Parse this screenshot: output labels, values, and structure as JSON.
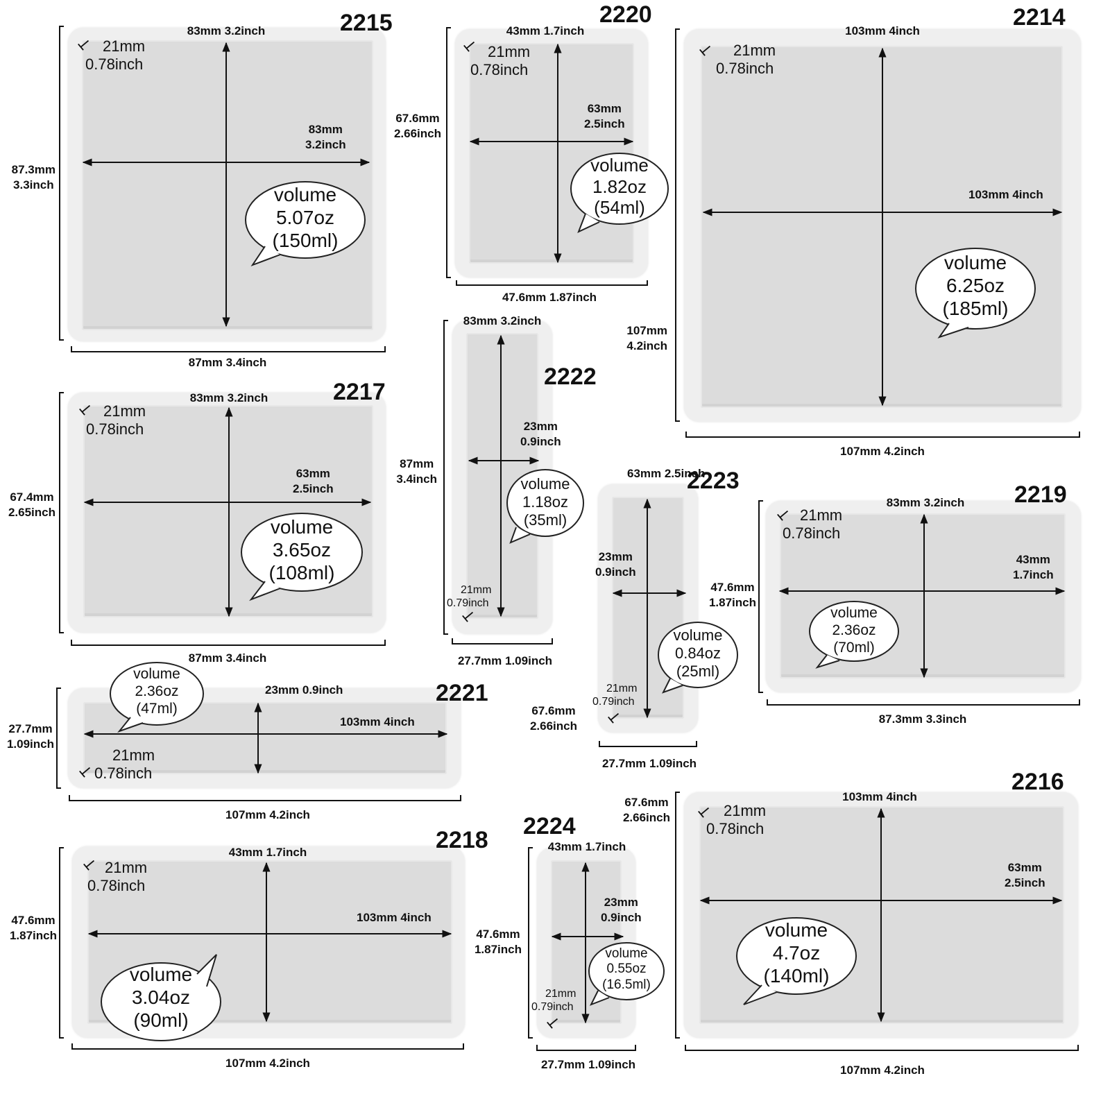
{
  "molds": [
    {
      "code": "2215",
      "width_top": "83mm 3.2inch",
      "width_inner": [
        "83mm",
        "3.2inch"
      ],
      "height_side": [
        "87.3mm",
        "3.3inch"
      ],
      "width_bottom": "87mm 3.4inch",
      "depth": [
        "21mm",
        "0.78inch"
      ],
      "volume": [
        "volume",
        "5.07oz",
        "(150ml)"
      ]
    },
    {
      "code": "2220",
      "width_top": "43mm 1.7inch",
      "width_inner": [
        "63mm",
        "2.5inch"
      ],
      "height_side": [
        "67.6mm",
        "2.66inch"
      ],
      "width_bottom": "47.6mm 1.87inch",
      "depth": [
        "21mm",
        "0.78inch"
      ],
      "volume": [
        "volume",
        "1.82oz",
        "(54ml)"
      ]
    },
    {
      "code": "2214",
      "width_top": "103mm 4inch",
      "width_inner": [
        "103mm 4inch"
      ],
      "height_side": [
        "107mm",
        "4.2inch"
      ],
      "width_bottom": "107mm 4.2inch",
      "depth": [
        "21mm",
        "0.78inch"
      ],
      "volume": [
        "volume",
        "6.25oz",
        "(185ml)"
      ]
    },
    {
      "code": "2222",
      "width_top": "83mm 3.2inch",
      "width_inner": [
        "23mm",
        "0.9inch"
      ],
      "height_side": [
        "87mm",
        "3.4inch"
      ],
      "width_bottom": "27.7mm 1.09inch",
      "depth": [
        "21mm",
        "0.79inch"
      ],
      "volume": [
        "volume",
        "1.18oz",
        "(35ml)"
      ]
    },
    {
      "code": "2217",
      "width_top": "83mm 3.2inch",
      "width_inner": [
        "63mm",
        "2.5inch"
      ],
      "height_side": [
        "67.4mm",
        "2.65inch"
      ],
      "width_bottom": "87mm 3.4inch",
      "depth": [
        "21mm",
        "0.78inch"
      ],
      "volume": [
        "volume",
        "3.65oz",
        "(108ml)"
      ]
    },
    {
      "code": "2223",
      "width_top": "63mm 2.5inch",
      "width_inner": [
        "23mm",
        "0.9inch"
      ],
      "height_side": [
        "67.6mm",
        "2.66inch"
      ],
      "width_bottom": "27.7mm 1.09inch",
      "depth": [
        "21mm",
        "0.79inch"
      ],
      "volume": [
        "volume",
        "0.84oz",
        "(25ml)"
      ]
    },
    {
      "code": "2219",
      "width_top": "83mm 3.2inch",
      "width_inner": [
        "43mm",
        "1.7inch"
      ],
      "height_side": [
        "47.6mm",
        "1.87inch"
      ],
      "width_bottom": "87.3mm 3.3inch",
      "depth": [
        "21mm",
        "0.78inch"
      ],
      "volume": [
        "volume",
        "2.36oz",
        "(70ml)"
      ]
    },
    {
      "code": "2221",
      "width_top": "23mm 0.9inch",
      "width_inner": [
        "103mm 4inch"
      ],
      "height_side": [
        "27.7mm",
        "1.09inch"
      ],
      "width_bottom": "107mm 4.2inch",
      "depth": [
        "21mm",
        "0.78inch"
      ],
      "volume": [
        "volume",
        "2.36oz",
        "(47ml)"
      ]
    },
    {
      "code": "2218",
      "width_top": "43mm 1.7inch",
      "width_inner": [
        "103mm 4inch"
      ],
      "height_side": [
        "47.6mm",
        "1.87inch"
      ],
      "width_bottom": "107mm 4.2inch",
      "depth": [
        "21mm",
        "0.78inch"
      ],
      "volume": [
        "volume",
        "3.04oz",
        "(90ml)"
      ]
    },
    {
      "code": "2224",
      "width_top": "43mm 1.7inch",
      "width_inner": [
        "23mm",
        "0.9inch"
      ],
      "height_side": [
        "47.6mm",
        "1.87inch"
      ],
      "width_bottom": "27.7mm 1.09inch",
      "depth": [
        "21mm",
        "0.79inch"
      ],
      "volume": [
        "volume",
        "0.55oz",
        "(16.5ml)"
      ]
    },
    {
      "code": "2216",
      "width_top": "103mm 4inch",
      "width_inner": [
        "63mm",
        "2.5inch"
      ],
      "height_side": [
        "67.6mm",
        "2.66inch"
      ],
      "width_bottom": "107mm 4.2inch",
      "depth": [
        "21mm",
        "0.78inch"
      ],
      "volume": [
        "volume",
        "4.7oz",
        "(140ml)"
      ]
    }
  ],
  "colors": {
    "rim": "#efefef",
    "cavity": "#dcdcdc",
    "line": "#111111"
  },
  "icons": {
    "depth": "depth-marker-icon"
  }
}
